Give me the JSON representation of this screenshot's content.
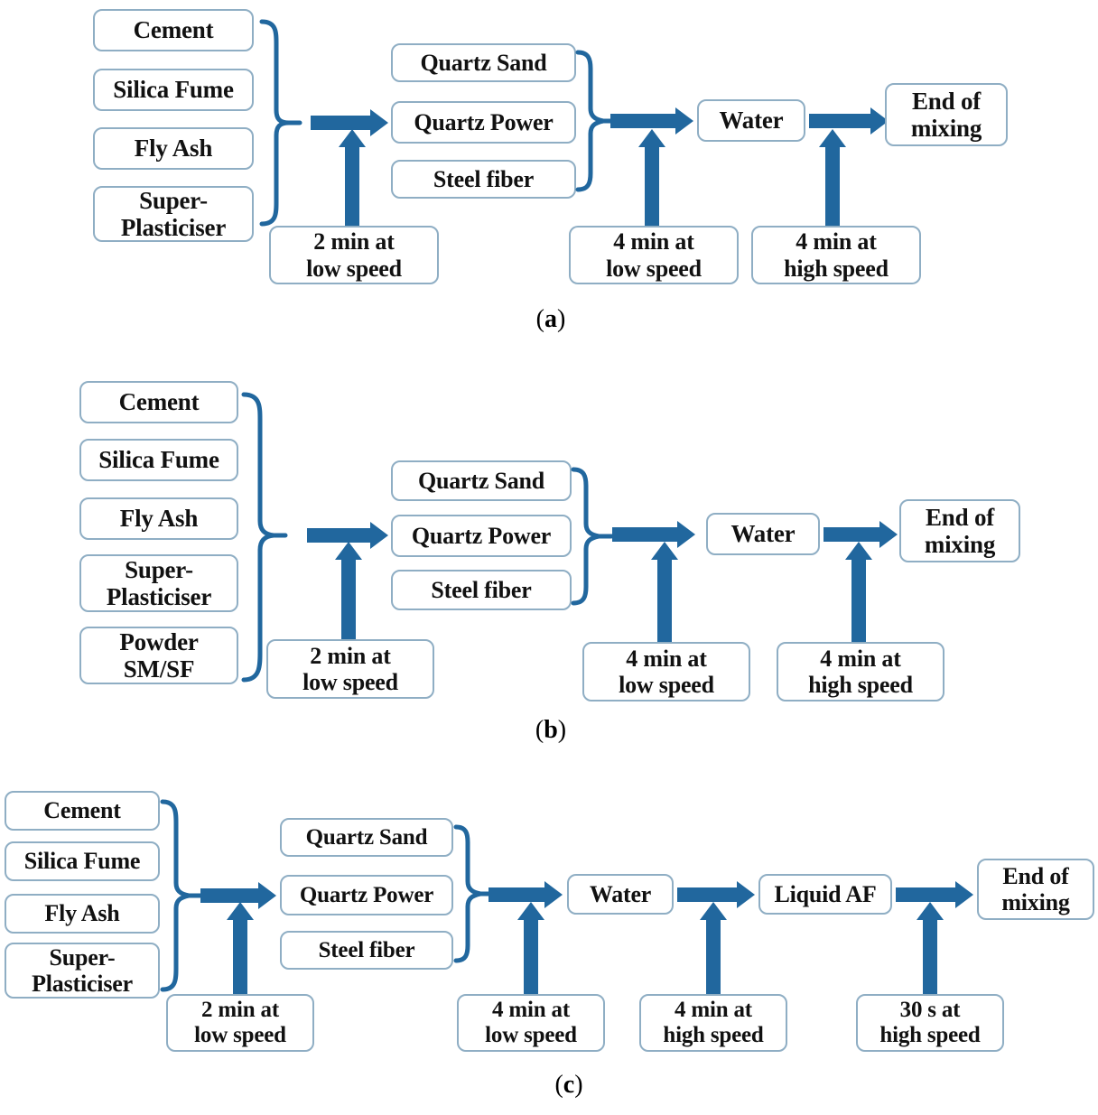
{
  "figure": {
    "type": "flowchart",
    "description": "Three mixing-procedure flowcharts (a), (b), (c) for UHPC preparation",
    "accent_color": "#21679E",
    "box_border_color": "#8FAEC4",
    "background_color": "#FFFFFF"
  },
  "panels": [
    {
      "id": "a",
      "caption": "(a)",
      "caption_letter": "a",
      "dry_ingredients": [
        {
          "label": "Cement"
        },
        {
          "label": "Silica Fume"
        },
        {
          "label": "Fly Ash"
        },
        {
          "label": "Super-\nPlasticiser"
        }
      ],
      "aggregates": [
        {
          "label": "Quartz Sand"
        },
        {
          "label": "Quartz Power"
        },
        {
          "label": "Steel fiber"
        }
      ],
      "stages": [
        {
          "label": "Water"
        },
        {
          "label": "End of\nmixing"
        }
      ],
      "timings": [
        {
          "label": "2 min at\nlow speed"
        },
        {
          "label": "4 min at\nlow speed"
        },
        {
          "label": "4 min at\nhigh speed"
        }
      ]
    },
    {
      "id": "b",
      "caption": "(b)",
      "caption_letter": "b",
      "dry_ingredients": [
        {
          "label": "Cement"
        },
        {
          "label": "Silica Fume"
        },
        {
          "label": "Fly Ash"
        },
        {
          "label": "Super-\nPlasticiser"
        },
        {
          "label": "Powder\nSM/SF"
        }
      ],
      "aggregates": [
        {
          "label": "Quartz Sand"
        },
        {
          "label": "Quartz Power"
        },
        {
          "label": "Steel fiber"
        }
      ],
      "stages": [
        {
          "label": "Water"
        },
        {
          "label": "End of\nmixing"
        }
      ],
      "timings": [
        {
          "label": "2 min at\nlow speed"
        },
        {
          "label": "4 min at\nlow speed"
        },
        {
          "label": "4 min at\nhigh speed"
        }
      ]
    },
    {
      "id": "c",
      "caption": "(c)",
      "caption_letter": "c",
      "dry_ingredients": [
        {
          "label": "Cement"
        },
        {
          "label": "Silica Fume"
        },
        {
          "label": "Fly Ash"
        },
        {
          "label": "Super-\nPlasticiser"
        }
      ],
      "aggregates": [
        {
          "label": "Quartz Sand"
        },
        {
          "label": "Quartz Power"
        },
        {
          "label": "Steel fiber"
        }
      ],
      "stages": [
        {
          "label": "Water"
        },
        {
          "label": "Liquid AF"
        },
        {
          "label": "End of\nmixing"
        }
      ],
      "timings": [
        {
          "label": "2 min at\nlow speed"
        },
        {
          "label": "4 min at\nlow speed"
        },
        {
          "label": "4 min at\nhigh speed"
        },
        {
          "label": "30 s at\nhigh speed"
        }
      ]
    }
  ]
}
